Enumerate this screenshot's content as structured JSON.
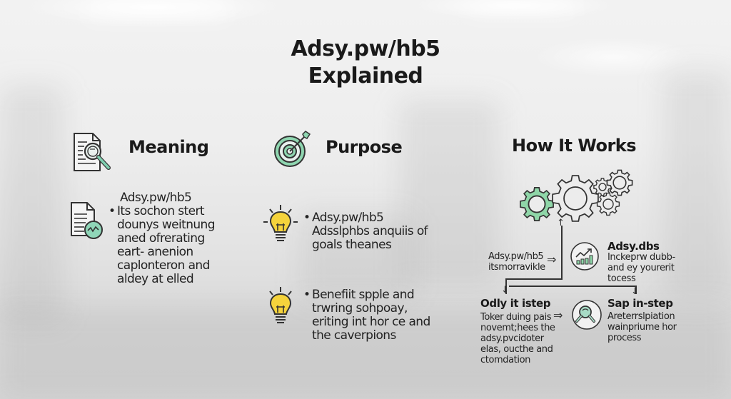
{
  "title": {
    "line1": "Adsy.pw/hb5",
    "line2": "Explained"
  },
  "colors": {
    "accent_green": "#7fcf9f",
    "bulb_yellow": "#f5d33c",
    "text": "#1a1a1a"
  },
  "meaning": {
    "heading": "Meaning",
    "icon": "document-magnifier-icon",
    "body_icon": "document-chart-icon",
    "intro": "Adsy.pw/hb5",
    "lines": [
      "Its sochon stert",
      "dounys weitnung",
      "aned ofrerating",
      "eart- anenion",
      "caplonteron and",
      "aldey at elled"
    ]
  },
  "purpose": {
    "heading": "Purpose",
    "icon": "target-icon",
    "items": [
      {
        "icon": "lightbulb-icon",
        "lines": [
          "Adsy.pw/hb5",
          "Adsslphbs anquiis of",
          "goals theanes"
        ]
      },
      {
        "icon": "lightbulb-icon",
        "lines": [
          "Benefiit spple and",
          "trwring sohpoay,",
          "eriting int hor ce and",
          "the caverpions"
        ]
      }
    ]
  },
  "how_it_works": {
    "heading": "How It Works",
    "icon": "gears-icon",
    "input_note": {
      "lines": [
        "Adsy.pw/hb5",
        "itsmorravikle"
      ],
      "arrow": "⇒"
    },
    "step_top": {
      "icon": "growth-chart-icon",
      "title": "Adsy.dbs",
      "lines": [
        "Inckeprw dubb-",
        "and ey yourerit",
        "tocess"
      ]
    },
    "step_left": {
      "title": "Odly it istep",
      "lines": [
        "Toker duing pais",
        "novemt;hees the",
        "adsy.pvcidoter",
        "elas, oucthe and",
        "ctomdation"
      ],
      "arrow": "⇒"
    },
    "step_right": {
      "icon": "magnifier-icon",
      "title": "Sap in-step",
      "lines": [
        "Areterrslpiation",
        "wainpriume hor",
        "process"
      ]
    }
  }
}
